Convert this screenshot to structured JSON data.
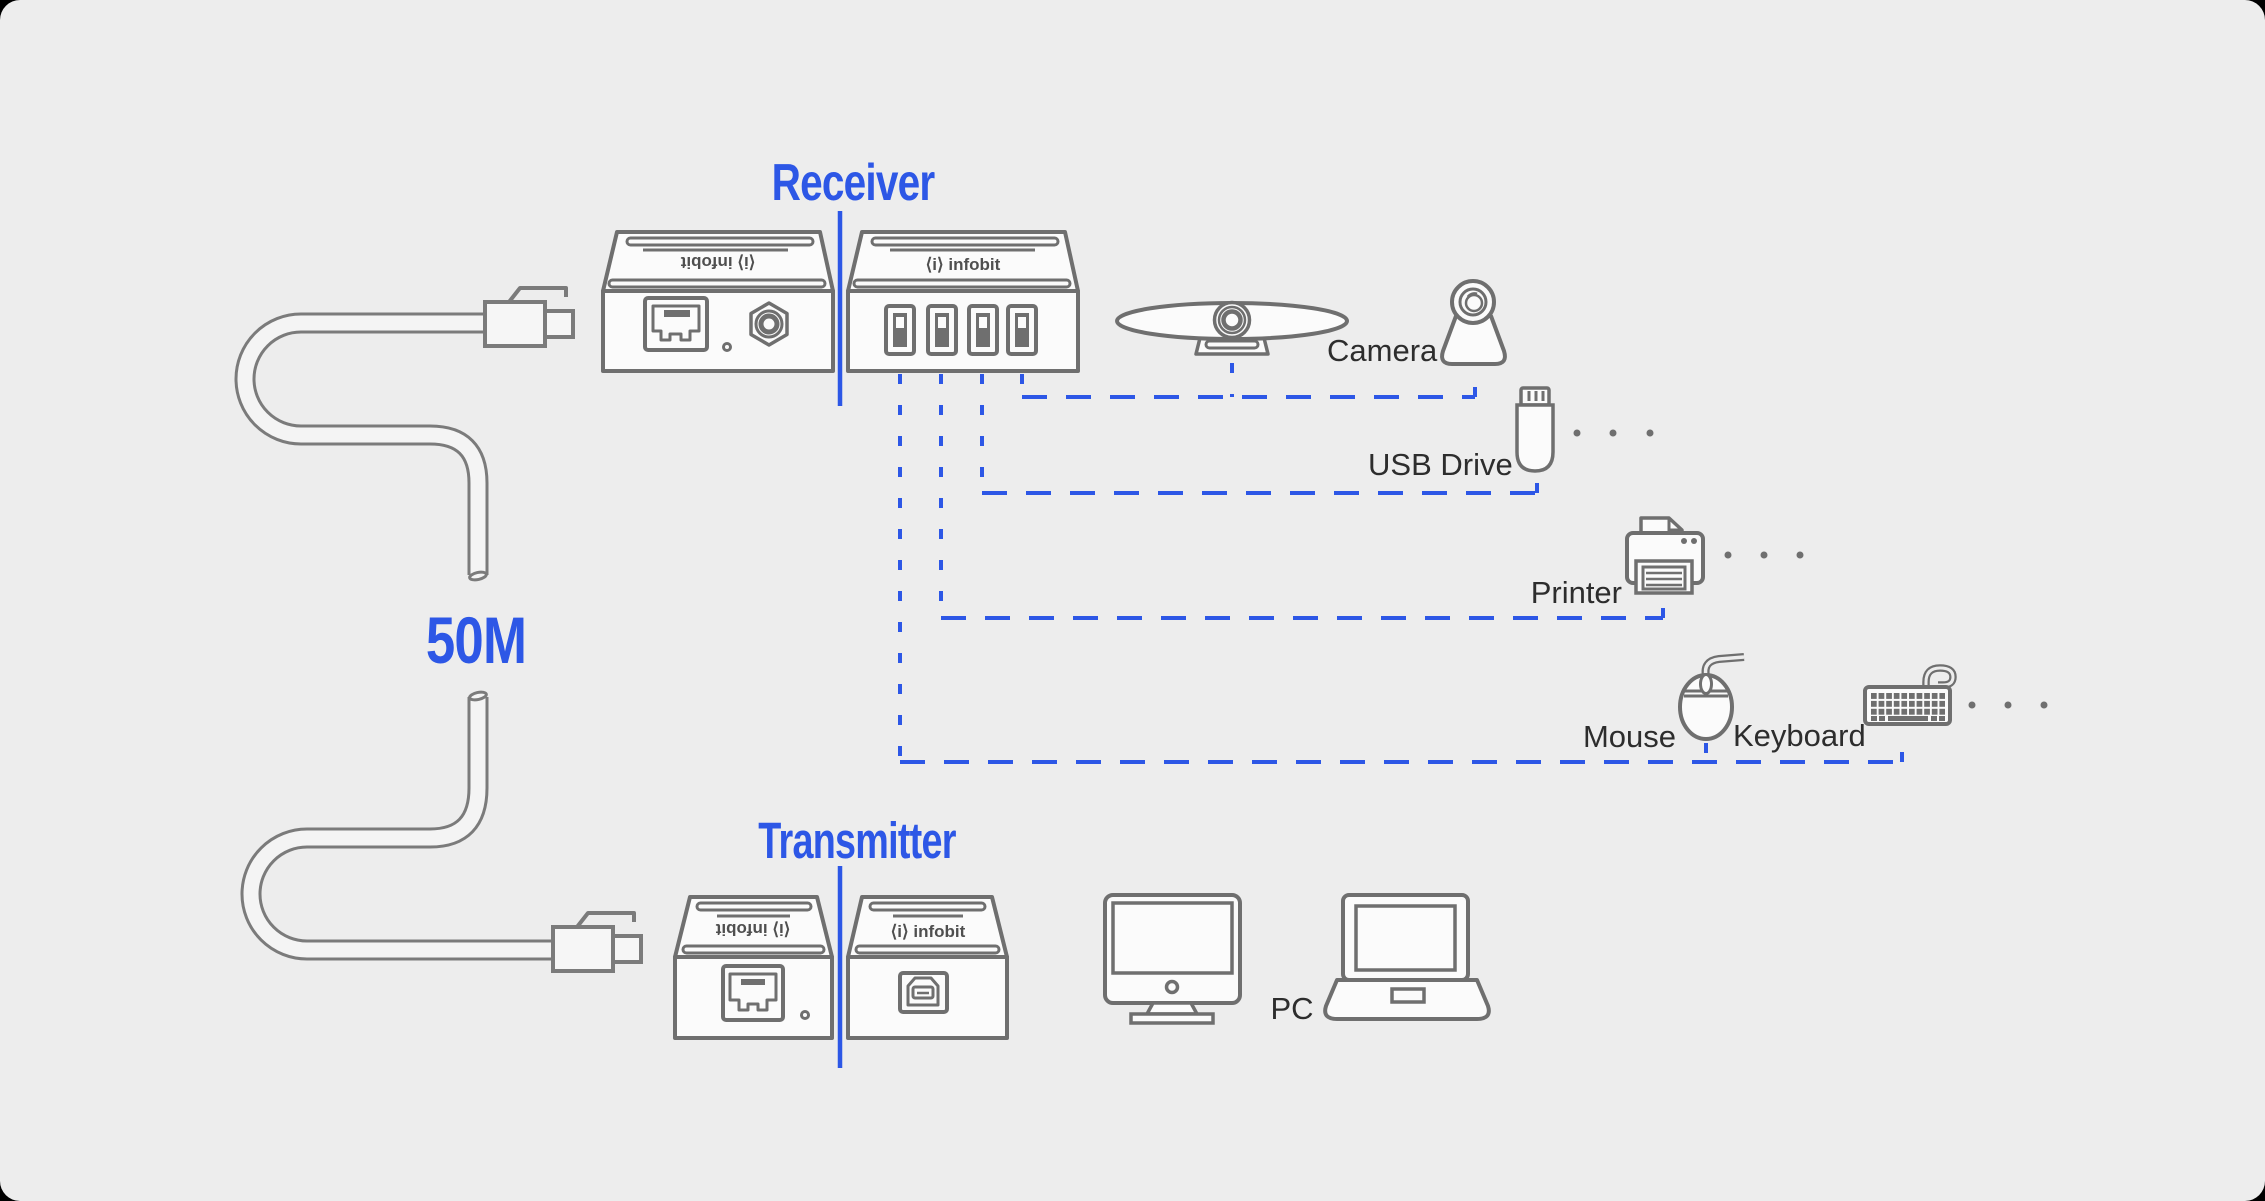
{
  "labels": {
    "receiver": "Receiver",
    "transmitter": "Transmitter",
    "cable_length": "50M",
    "camera": "Camera",
    "usb_drive": "USB Drive",
    "printer": "Printer",
    "mouse": "Mouse",
    "keyboard": "Keyboard",
    "pc": "PC",
    "brand_logo": "⟨i⟩ infobit"
  },
  "colors": {
    "card_background": "#ededed",
    "outline_gray": "#6f6f6f",
    "accent_blue": "#2d57e6",
    "label_dark": "#2d2d2d",
    "cable_length_black": "#141414"
  }
}
